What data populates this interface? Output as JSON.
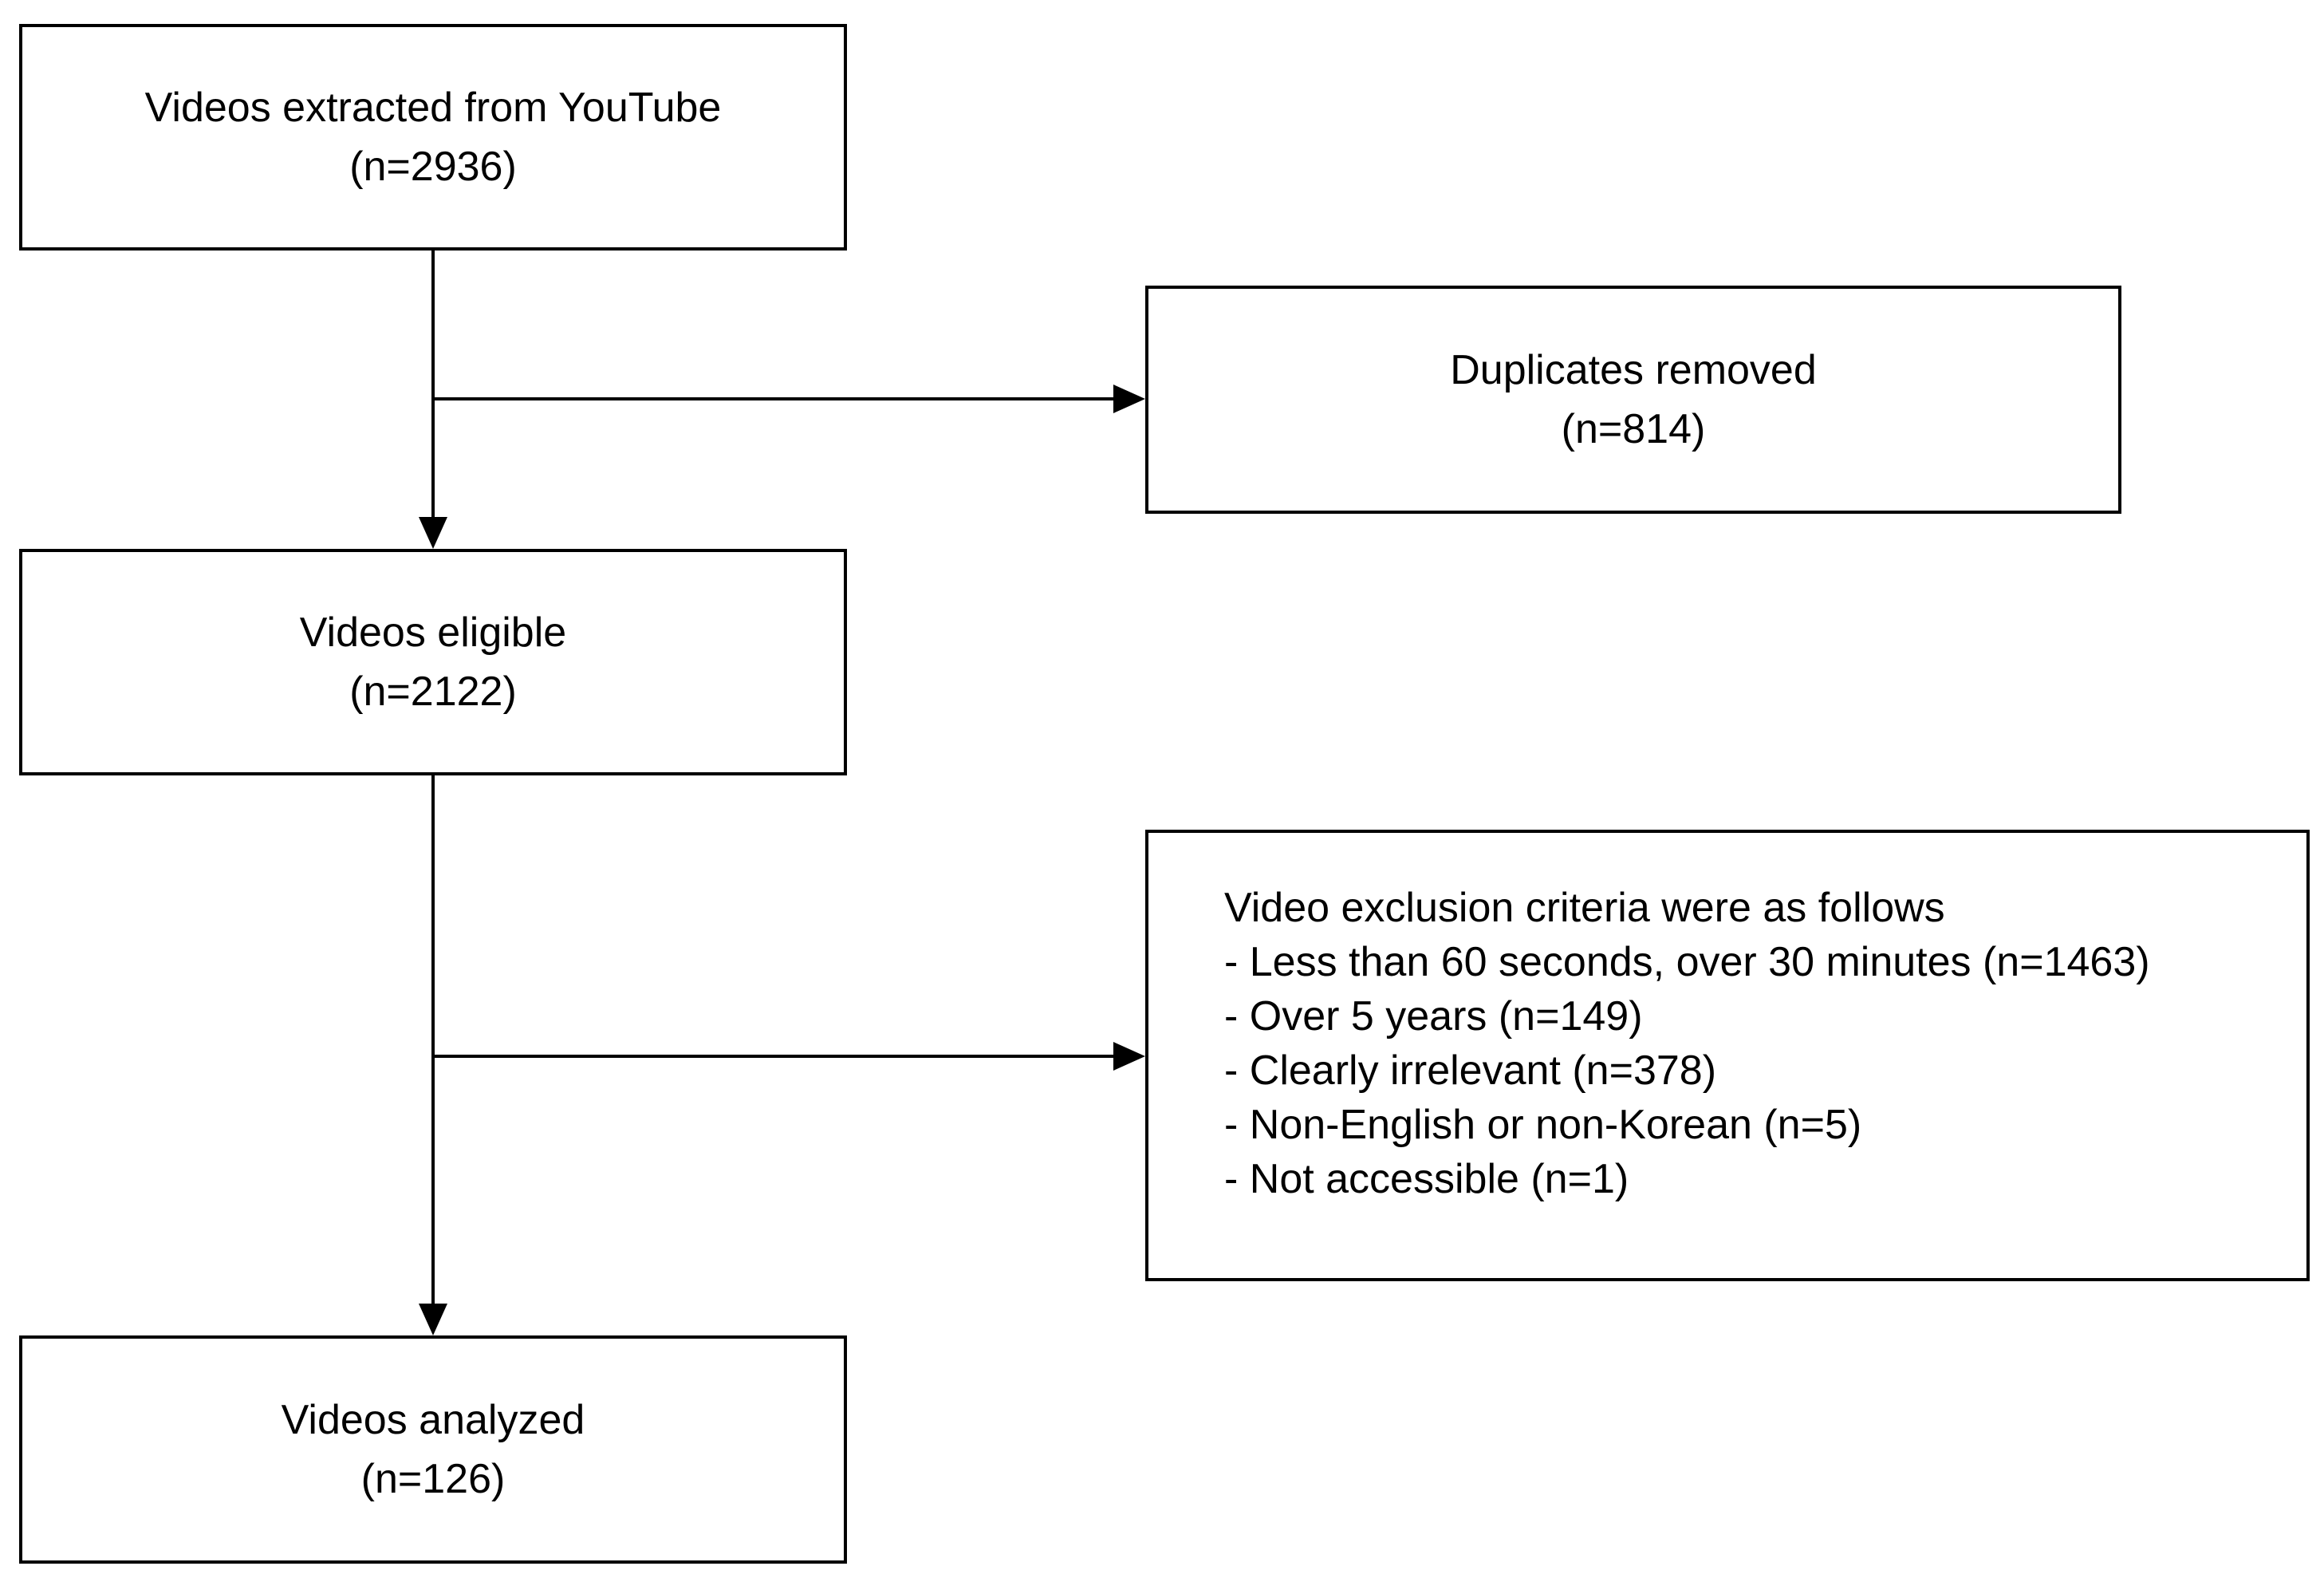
{
  "diagram": {
    "nodes": [
      {
        "id": "extracted",
        "title": "Videos extracted from YouTube",
        "count": "(n=2936)"
      },
      {
        "id": "duplicates",
        "title": "Duplicates removed",
        "count": "(n=814)"
      },
      {
        "id": "eligible",
        "title": "Videos eligible",
        "count": "(n=2122)"
      },
      {
        "id": "exclusion",
        "heading": "Video exclusion criteria were as follows",
        "items": [
          "- Less than 60 seconds, over 30 minutes (n=1463)",
          "- Over 5 years (n=149)",
          "- Clearly irrelevant (n=378)",
          "- Non-English or non-Korean (n=5)",
          "- Not accessible (n=1)"
        ]
      },
      {
        "id": "analyzed",
        "title": "Videos analyzed",
        "count": "(n=126)"
      }
    ],
    "edges": [
      {
        "from": "extracted",
        "to": "eligible"
      },
      {
        "from": "extracted",
        "to": "duplicates"
      },
      {
        "from": "eligible",
        "to": "analyzed"
      },
      {
        "from": "eligible",
        "to": "exclusion"
      }
    ]
  }
}
